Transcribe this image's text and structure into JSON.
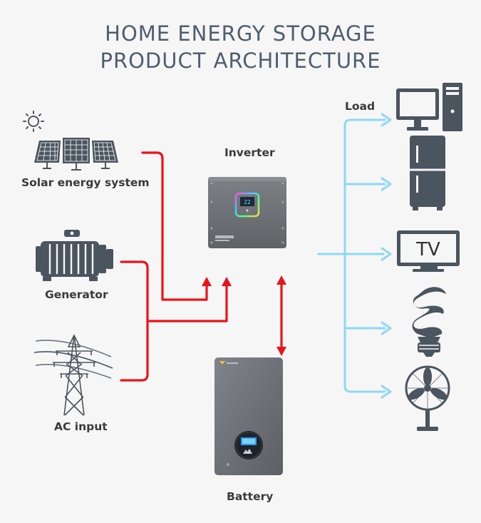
{
  "title": {
    "line1": "HOME ENERGY STORAGE",
    "line2": "PRODUCT ARCHITECTURE"
  },
  "labels": {
    "solar": "Solar energy system",
    "generator": "Generator",
    "ac_input": "AC input",
    "inverter": "Inverter",
    "battery": "Battery",
    "load": "Load",
    "tv": "TV"
  },
  "colors": {
    "power_line": "#e8141b",
    "load_line": "#8fd8f2",
    "title": "#4f5e6e",
    "device": "#6f7378",
    "icon": "#4a5560"
  },
  "icons": [
    "sun-icon",
    "solar-panel-icon",
    "generator-icon",
    "power-tower-icon",
    "inverter-icon",
    "battery-icon",
    "computer-icon",
    "refrigerator-icon",
    "tv-icon",
    "light-bulb-icon",
    "fan-icon"
  ]
}
